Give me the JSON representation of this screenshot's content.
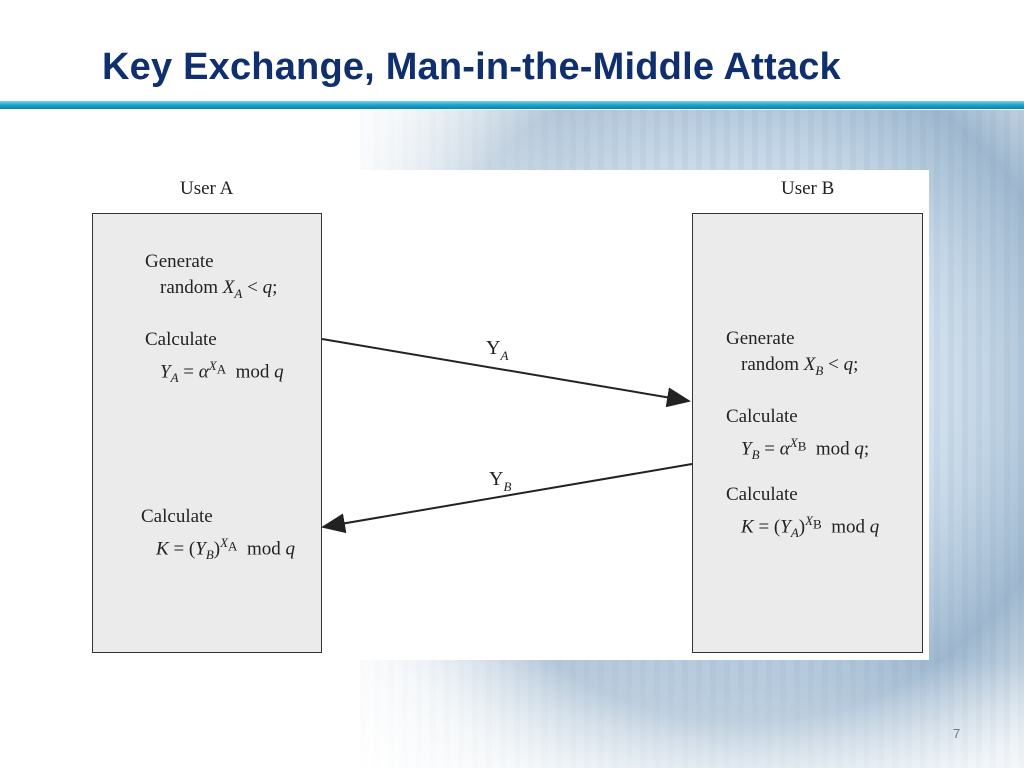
{
  "slide": {
    "title": "Key Exchange, Man-in-the-Middle Attack",
    "page_number": "7"
  },
  "diagram": {
    "user_a": {
      "label": "User A",
      "generate_label": "Generate",
      "generate_text": "random",
      "calculate1_label": "Calculate",
      "calculate2_label": "Calculate"
    },
    "user_b": {
      "label": "User B",
      "generate_label": "Generate",
      "generate_text": "random",
      "calculate1_label": "Calculate",
      "calculate2_label": "Calculate"
    },
    "messages": {
      "a_to_b": "Y",
      "a_to_b_sub": "A",
      "b_to_a": "Y",
      "b_to_a_sub": "B"
    },
    "formula_text": {
      "mod": "mod",
      "q": "q"
    }
  }
}
